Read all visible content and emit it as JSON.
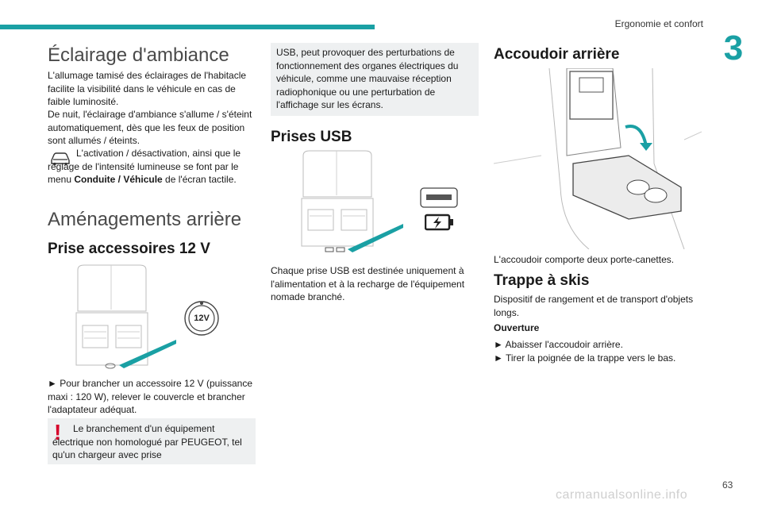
{
  "header": {
    "section": "Ergonomie et confort",
    "chapter": "3"
  },
  "col1": {
    "title_ambient": "Éclairage d'ambiance",
    "p1": "L'allumage tamisé des éclairages de l'habitacle facilite la visibilité dans le véhicule en cas de faible luminosité.",
    "p2": "De nuit, l'éclairage d'ambiance s'allume / s'éteint automatiquement, dès que les feux de position sont allumés / éteints.",
    "p3_a": "L'activation / désactivation, ainsi que le réglage de l'intensité lumineuse se font par le menu ",
    "p3_bold": "Conduite / Véhicule",
    "p3_b": " de l'écran tactile.",
    "title_rear": "Aménagements arrière",
    "title_12v": "Prise accessoires 12 V",
    "socket_label": "12V",
    "p_12v": "► Pour brancher un accessoire 12 V (puissance maxi : 120 W), relever le couvercle et brancher l'adaptateur adéquat.",
    "warn_text": "Le branchement d'un équipement électrique non homologué par PEUGEOT, tel qu'un chargeur avec prise"
  },
  "col2": {
    "box_text": "USB, peut provoquer des perturbations de fonctionnement des organes électriques du véhicule, comme une mauvaise réception radiophonique ou une perturbation de l'affichage sur les écrans.",
    "title_usb": "Prises USB",
    "p_usb": "Chaque prise USB est destinée uniquement à l'alimentation et à la recharge de l'équipement nomade branché."
  },
  "col3": {
    "title_armrest": "Accoudoir arrière",
    "p_armrest": "L'accoudoir comporte deux porte-canettes.",
    "title_ski": "Trappe à skis",
    "p_ski": "Dispositif de rangement et de transport d'objets longs.",
    "sub_open": "Ouverture",
    "step1": "► Abaisser l'accoudoir arrière.",
    "step2": "► Tirer la poignée de la trappe vers le bas."
  },
  "footer": {
    "page": "63",
    "watermark": "carmanualsonline.info"
  },
  "colors": {
    "accent": "#1aa0a4",
    "warning": "#d6002a",
    "box": "#eef0f1"
  },
  "icons": [
    "car-icon",
    "warning-icon",
    "usb-port-icon",
    "charge-icon",
    "12v-socket-icon",
    "curved-arrow-icon"
  ]
}
